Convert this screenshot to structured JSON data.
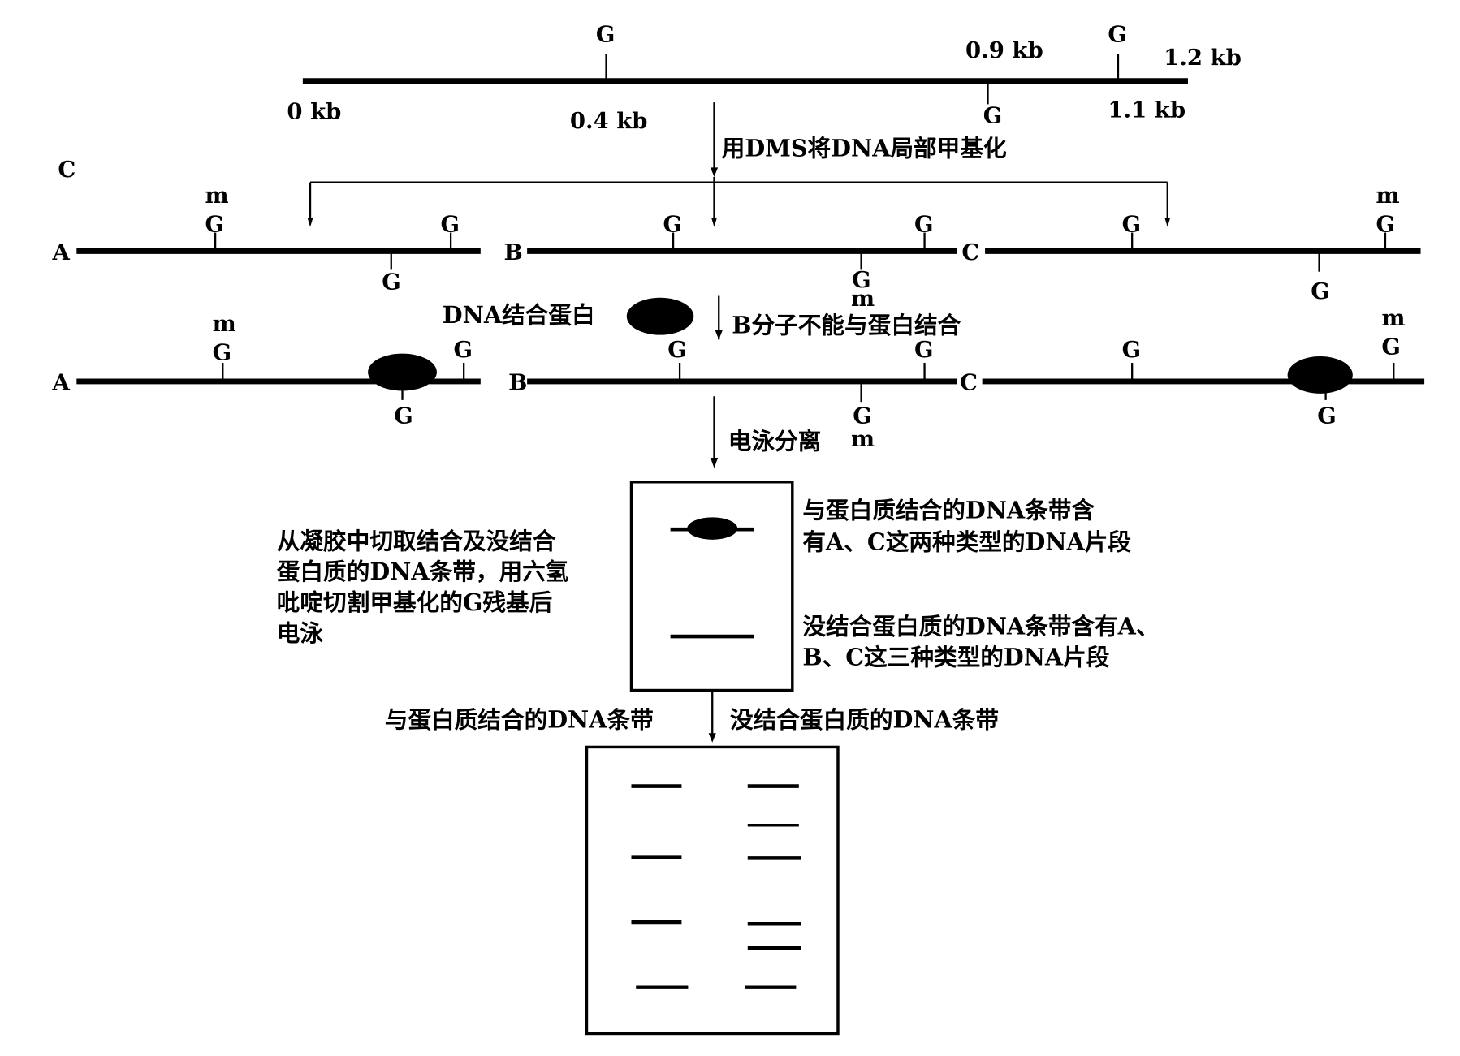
{
  "top_map": {
    "g": "G",
    "kb0": "0 kb",
    "kb04": "0.4 kb",
    "kb09": "0.9 kb",
    "kb11": "1.1 kb",
    "kb12": "1.2 kb"
  },
  "steps": {
    "methylate": "用DMS将DNA局部甲基化",
    "protein": "DNA结合蛋白",
    "b_no_bind": "B分子不能与蛋白结合",
    "electro": "电泳分离",
    "cut": [
      "从凝胶中切取结合及没结合",
      "蛋白质的DNA条带，用六氢",
      "吡啶切割甲基化的G残基后",
      "电泳"
    ],
    "bound_band": [
      "与蛋白质结合的DNA条带含",
      "有A、C这两种类型的DNA片段"
    ],
    "unbound_band": [
      "没结合蛋白质的DNA条带含有A、",
      "B、C这三种类型的DNA片段"
    ],
    "lane_bound": "与蛋白质结合的DNA条带",
    "lane_unbound": "没结合蛋白质的DNA条带"
  },
  "molecules": {
    "a": "A",
    "b": "B",
    "c": "C",
    "m": "m",
    "g": "G",
    "corner_c": "C"
  }
}
